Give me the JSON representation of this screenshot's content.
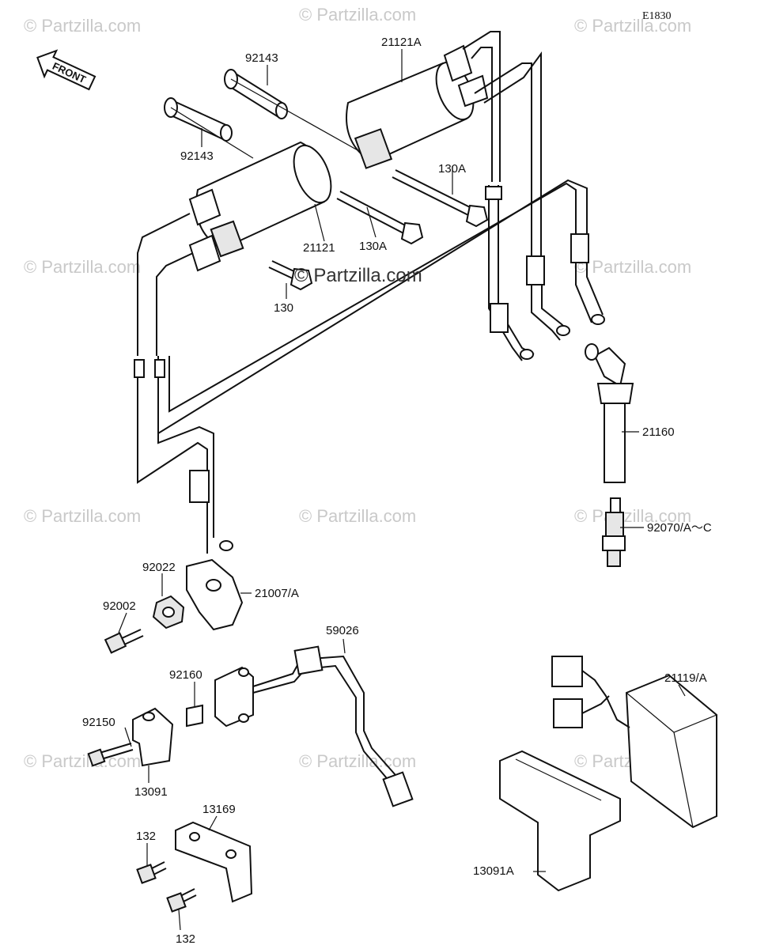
{
  "ref_code": "E1830",
  "front_label": "FRONT",
  "center_watermark": "© Partzilla.com",
  "watermark": "© Partzilla.com",
  "labels": {
    "p92143_a": "92143",
    "p92143_b": "92143",
    "p21121A": "21121A",
    "p21121": "21121",
    "p130A_a": "130A",
    "p130A_b": "130A",
    "p130": "130",
    "p21160": "21160",
    "p92070": "92070/A～C",
    "p92022": "92022",
    "p92002": "92002",
    "p21007": "21007/A",
    "p59026": "59026",
    "p92160": "92160",
    "p92150": "92150",
    "p13091": "13091",
    "p13169": "13169",
    "p132_a": "132",
    "p132_b": "132",
    "p21119": "21119/A",
    "p13091A": "13091A"
  }
}
